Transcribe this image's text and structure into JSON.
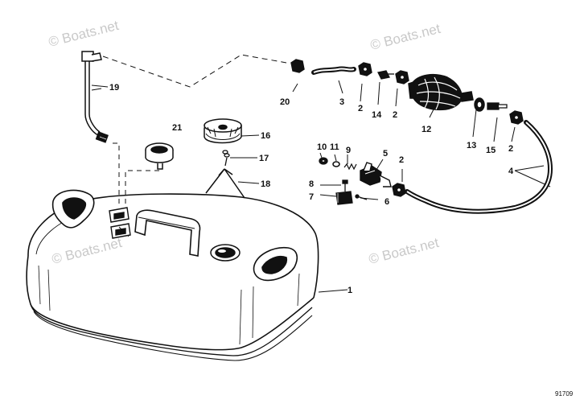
{
  "watermarks": [
    "© Boats.net",
    "© Boats.net",
    "© Boats.net",
    "© Boats.net"
  ],
  "callouts": {
    "c1": "1",
    "c2a": "2",
    "c2b": "2",
    "c2c": "2",
    "c2d": "2",
    "c3": "3",
    "c4": "4",
    "c5": "5",
    "c6": "6",
    "c7": "7",
    "c8": "8",
    "c9": "9",
    "c10": "10",
    "c11": "11",
    "c12": "12",
    "c13": "13",
    "c14": "14",
    "c15": "15",
    "c16": "16",
    "c17": "17",
    "c18": "18",
    "c19": "19",
    "c20": "20",
    "c21": "21"
  },
  "drawing_number": "91709",
  "colors": {
    "ink": "#111111",
    "watermark": "#c9c9c9",
    "background": "#ffffff"
  }
}
